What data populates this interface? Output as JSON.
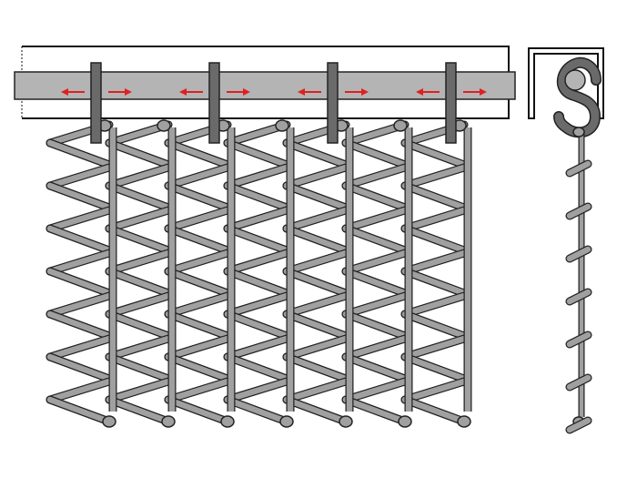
{
  "diagram": {
    "colors": {
      "wire": "#a0a0a0",
      "outline": "#222222",
      "rail": "#b4b4b4",
      "carrier": "#6a6a6a",
      "arrow": "#e02020"
    },
    "mesh": {
      "columns": 7,
      "rows": 7
    },
    "carriers": 4,
    "side_view_links": 7
  }
}
